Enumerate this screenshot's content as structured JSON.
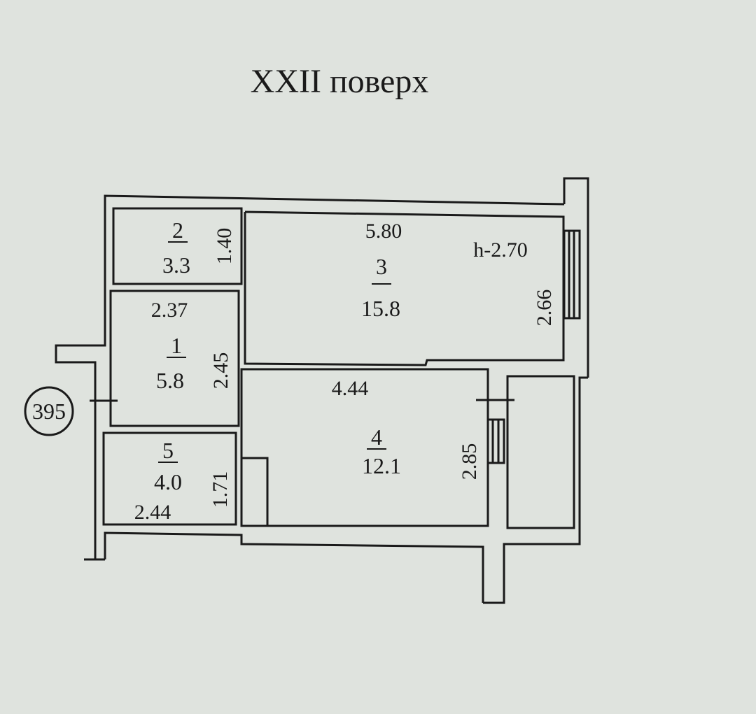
{
  "title": "XXII поверх",
  "apartment_number": "395",
  "ceiling_height": "h-2.70",
  "rooms": [
    {
      "number": "1",
      "area": "5.8",
      "width": "2.37",
      "length": "2.45"
    },
    {
      "number": "2",
      "area": "3.3",
      "length": "1.40"
    },
    {
      "number": "3",
      "area": "15.8",
      "width": "5.80",
      "length": "2.66"
    },
    {
      "number": "4",
      "area": "12.1",
      "width": "4.44",
      "length": "2.85"
    },
    {
      "number": "5",
      "area": "4.0",
      "width": "2.44",
      "length": "1.71"
    }
  ]
}
